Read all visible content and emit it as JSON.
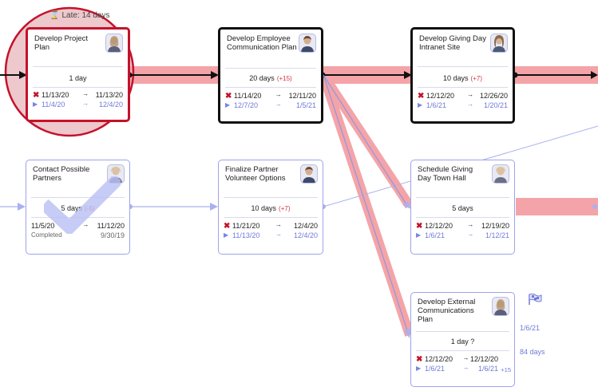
{
  "colors": {
    "critical_link": "#f4a4a8",
    "late_circle_fill": "#e7b5bb",
    "late_circle_stroke": "#c4122b",
    "arrow_dark": "#111111",
    "arrow_soft": "#aab0f0",
    "accent_blue": "#6f79d8"
  },
  "late_badge": {
    "icon": "hourglass-icon",
    "label": "Late: 14 days"
  },
  "tasks": [
    {
      "title": "Develop Project Plan",
      "duration": "1 day",
      "delta": "",
      "baseline_start": "11/13/20",
      "baseline_end": "11/13/20",
      "actual_start": "11/4/20",
      "actual_end": "12/4/20"
    },
    {
      "title": "Develop Employee Communication Plan",
      "duration": "20 days",
      "delta": "(+15)",
      "baseline_start": "11/14/20",
      "baseline_end": "12/11/20",
      "actual_start": "12/7/20",
      "actual_end": "1/5/21"
    },
    {
      "title": "Develop Giving Day Intranet Site",
      "duration": "10 days",
      "delta": "(+7)",
      "baseline_start": "12/12/20",
      "baseline_end": "12/26/20",
      "actual_start": "1/6/21",
      "actual_end": "1/20/21"
    },
    {
      "title": "Contact Possible Partners",
      "duration": "5 days",
      "delta": "(-5)",
      "baseline_start": "11/5/20",
      "baseline_end": "11/12/20",
      "status": "Completed",
      "completed_date": "9/30/19"
    },
    {
      "title": "Finalize Partner Volunteer Options",
      "duration": "10 days",
      "delta": "(+7)",
      "baseline_start": "11/21/20",
      "baseline_end": "12/4/20",
      "actual_start": "11/13/20",
      "actual_end": "12/4/20"
    },
    {
      "title": "Schedule Giving Day Town Hall",
      "duration": "5 days",
      "delta": "",
      "baseline_start": "12/12/20",
      "baseline_end": "12/19/20",
      "actual_start": "1/6/21",
      "actual_end": "1/12/21"
    },
    {
      "title": "Develop External Communications Plan",
      "duration": "1 day ?",
      "delta": "",
      "baseline_start": "12/12/20",
      "baseline_end": "12/12/20",
      "actual_start": "1/6/21",
      "actual_end": "1/6/21",
      "extra": "+15"
    }
  ],
  "milestone": {
    "icon": "checkered-flag-icon",
    "date": "1/6/21",
    "duration": "84 days"
  }
}
